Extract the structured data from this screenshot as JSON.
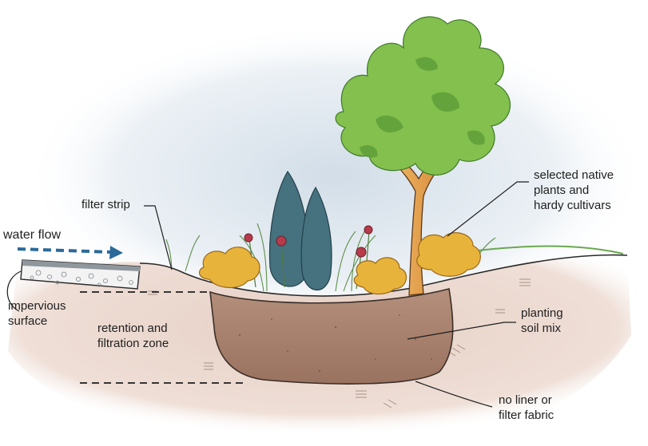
{
  "labels": {
    "water_flow": "water flow",
    "filter_strip": "filter strip",
    "impervious_1": "impervious",
    "impervious_2": "surface",
    "retention_1": "retention and",
    "retention_2": "filtration zone",
    "native_1": "selected native",
    "native_2": "plants and",
    "native_3": "hardy cultivars",
    "soil_1": "planting",
    "soil_2": "soil mix",
    "liner_1": "no liner or",
    "liner_2": "filter fabric"
  },
  "colors": {
    "sky": "#cfdbe6",
    "ground": "#e8d3c9",
    "basin": "#a9826d",
    "pavement": "#9aa2a8",
    "arrow": "#2b6a99",
    "leaf": "#7fbf4a",
    "evergreen": "#3f6a7a",
    "shrub": "#e2ad2d",
    "flower": "#b53a4b",
    "trunk": "#e4a24c"
  }
}
